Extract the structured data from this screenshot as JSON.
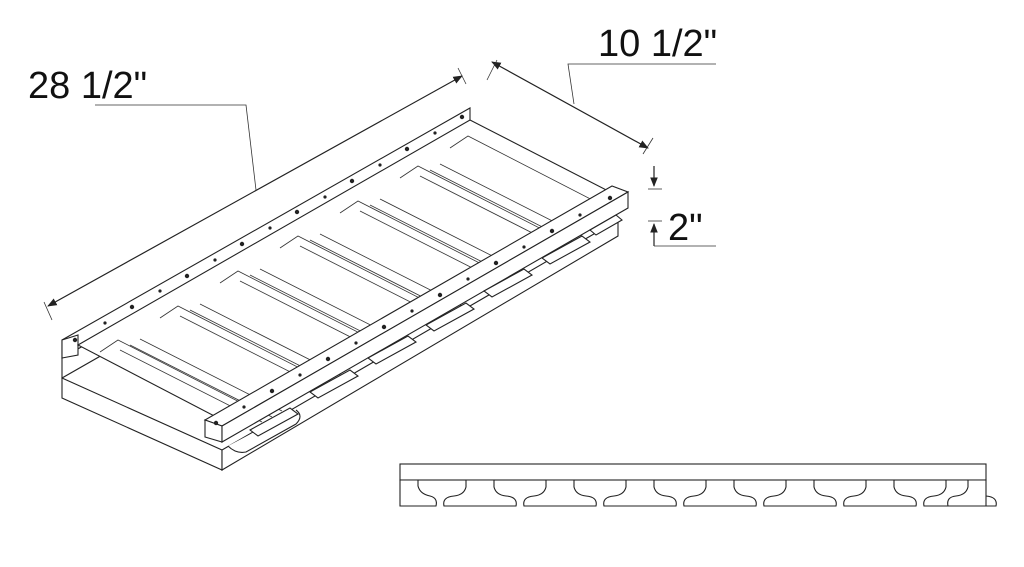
{
  "dimensions": {
    "length": "28 1/2\"",
    "width": "10 1/2\"",
    "height": "2\""
  },
  "colors": {
    "line": "#222222",
    "background": "#ffffff"
  },
  "drawing": {
    "front_view_slot_count": 8,
    "isometric_slot_count": 7
  }
}
